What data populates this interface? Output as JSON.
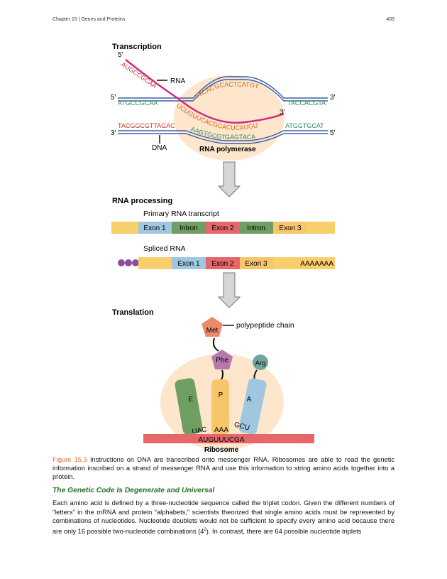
{
  "header": {
    "chapter": "Chapter 15 | Genes and Proteins",
    "page": "409"
  },
  "figure": {
    "transcription": {
      "title": "Transcription",
      "rna_label": "RNA",
      "dna_label": "DNA",
      "polymerase_label": "RNA polymerase",
      "end_5_top": "5′",
      "end_5_left": "5′",
      "end_3_right": "3′",
      "end_3_mid": "3′",
      "end_3_left": "3′",
      "end_5_right": "5′",
      "rna_seq_left": "AUGCCGCAA",
      "rna_seq_mid": "UCUGUUCACGCACUCAUGU",
      "top_strand_left": "ATGCCGCAA",
      "top_strand_bubble": "TTCACGCACTCATGT",
      "top_strand_right": "TACCACGTA",
      "bottom_strand_left": "TACGGCGTTAGAC",
      "bottom_strand_bubble": "AAGTGCGTGAGTACA",
      "bottom_strand_right": "ATGGTGCAT"
    },
    "processing": {
      "title": "RNA processing",
      "primary_label": "Primary RNA transcript",
      "primary_segments": [
        "",
        "Exon 1",
        "Intron",
        "Exon 2",
        "Intron",
        "Exon 3",
        ""
      ],
      "spliced_label": "Spliced RNA",
      "spliced_segments": [
        "",
        "Exon 1",
        "Exon 2",
        "Exon 3",
        "",
        "AAAAAAA"
      ]
    },
    "translation": {
      "title": "Translation",
      "chain_label": "polypeptide chain",
      "met": "Met",
      "phe": "Phe",
      "arg": "Arg",
      "site_e": "E",
      "site_p": "P",
      "site_a": "A",
      "anticodon_e": "UAC",
      "anticodon_p": "AAA",
      "anticodon_a": "GCU",
      "mrna": "AUGUUUCGA",
      "ribosome_label": "Ribosome"
    }
  },
  "colors": {
    "dna_blue": "#3b5ea8",
    "rna_magenta": "#d4267e",
    "bubble": "#fde6cc",
    "exon1": "#9fc7df",
    "intron": "#6f9e63",
    "exon2": "#e5676a",
    "exon3": "#f7c66a",
    "utr": "#f8cf6b",
    "cap": "#8f4c9e",
    "ribosome_bg": "#fde6cc",
    "met": "#e98b6b",
    "phe": "#b57aab",
    "arg": "#6fa6a0",
    "caption_label": "#e0663b",
    "subhead": "#2a6e2a"
  },
  "caption": {
    "label": "Figure 15.3",
    "text": "Instructions on DNA are transcribed onto messenger RNA. Ribosomes are able to read the genetic information inscribed on a strand of messenger RNA and use this information to string amino acids together into a protein."
  },
  "section_title": "The Genetic Code Is Degenerate and Universal",
  "body": {
    "text_before_sup": "Each amino acid is defined by a three-nucleotide sequence called the triplet codon. Given the different numbers of “letters” in the mRNA and protein “alphabets,” scientists theorized that single amino acids must be represented by combinations of nucleotides. Nucleotide doublets would not be sufficient to specify every amino acid because there are only 16 possible two-nucleotide combinations (4",
    "sup": "2",
    "text_after_sup": "). In contrast, there are 64 possible nucleotide triplets"
  }
}
